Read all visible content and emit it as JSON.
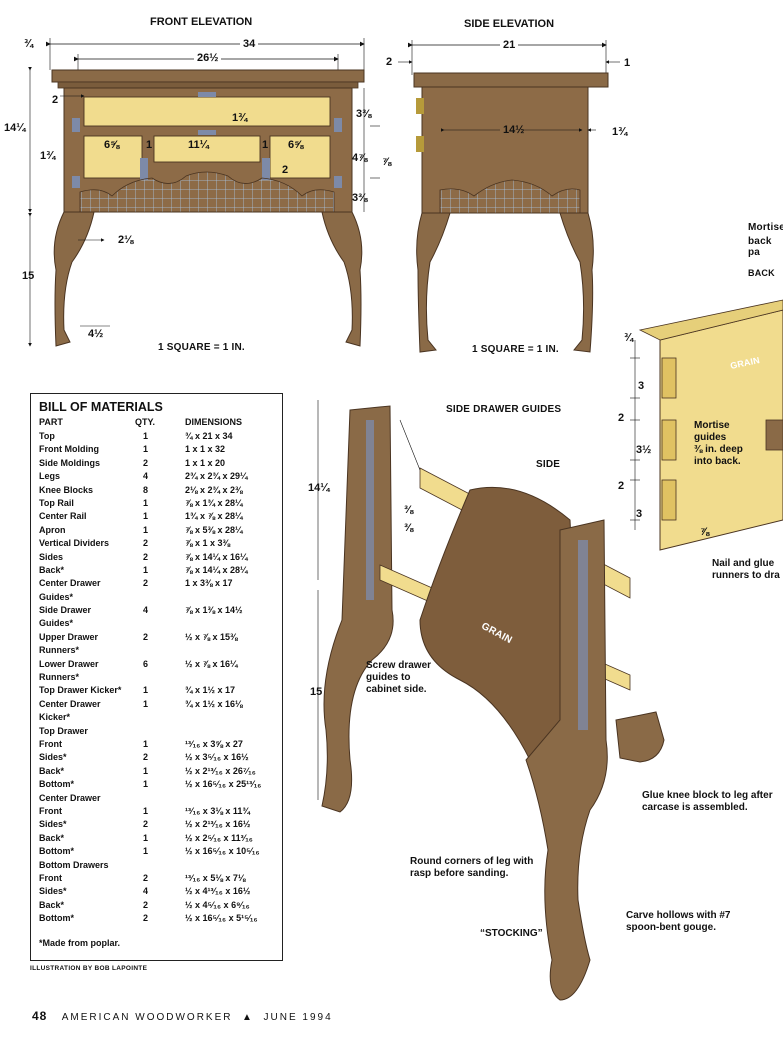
{
  "front": {
    "title": "FRONT ELEVATION",
    "scale": "1 SQUARE = 1 IN.",
    "dims": {
      "overall_width": "34",
      "inner_width": "26½",
      "top_overhang": "¾",
      "height_case": "14¼",
      "top_rail": "2",
      "upper_drawer": "1¾",
      "side_drawer_w_left": "6⅝",
      "center_w": "11¼",
      "side_drawer_w_right": "6⅝",
      "divider_left": "1",
      "divider_right": "1",
      "lower_rail": "1¾",
      "upper_h": "3⅜",
      "lower_h": "4⅞",
      "rail_gap": "⅞",
      "apron": "3⅜",
      "center_apron": "2",
      "knee": "2⅛",
      "leg_height": "15",
      "foot": "4½"
    }
  },
  "side": {
    "title": "SIDE ELEVATION",
    "scale": "1 SQUARE = 1 IN.",
    "dims": {
      "overall_depth": "21",
      "overhang_left": "2",
      "overhang_right": "1",
      "panel": "14½",
      "top_molding": "1¾"
    }
  },
  "back_detail": {
    "mortise_top": "Mortise",
    "mortise_sub": "back pa",
    "back_label": "BACK",
    "grain": "GRAIN",
    "dims": [
      "¾",
      "3",
      "2",
      "3½",
      "2",
      "3"
    ],
    "gap": "⅞",
    "mortise_note": [
      "Mortise",
      "guides",
      "⅜ in. deep",
      "into back."
    ]
  },
  "exploded": {
    "side_drawer_guides": "SIDE DRAWER GUIDES",
    "side": "SIDE",
    "grain": "GRAIN",
    "height_top": "14¼",
    "height_leg": "15",
    "guide_a": "⅜",
    "guide_b": "⅜",
    "screw_note": [
      "Screw drawer",
      "guides to",
      "cabinet side."
    ],
    "nail_note": [
      "Nail and glue",
      "runners to dra"
    ],
    "knee_note": [
      "Glue knee block to leg after",
      "carcase is assembled."
    ],
    "round_note": [
      "Round corners of leg with",
      "rasp before sanding."
    ],
    "carve_note": [
      "Carve hollows with #7",
      "spoon-bent gouge."
    ],
    "stocking": "“STOCKING”"
  },
  "bom": {
    "title": "BILL OF MATERIALS",
    "headers": {
      "part": "PART",
      "qty": "QTY.",
      "dim": "DIMENSIONS"
    },
    "rows": [
      [
        "Top",
        "1",
        "¾ x 21 x 34"
      ],
      [
        "Front Molding",
        "1",
        "1 x 1 x 32"
      ],
      [
        "Side Moldings",
        "2",
        "1 x 1 x 20"
      ],
      [
        "Legs",
        "4",
        "2¾ x 2¾ x 29¼"
      ],
      [
        "Knee Blocks",
        "8",
        "2⅛ x 2¾ x 2⅜"
      ],
      [
        "Top Rail",
        "1",
        "⅞ x 1¾ x 28¼"
      ],
      [
        "Center Rail",
        "1",
        "1¾ x ⅞ x 28¼"
      ],
      [
        "Apron",
        "1",
        "⅞ x 5⅜ x 28¼"
      ],
      [
        "Vertical Dividers",
        "2",
        "⅞ x 1 x 3⅜"
      ],
      [
        "Sides",
        "2",
        "⅞ x 14¼ x 16¼"
      ],
      [
        "Back*",
        "1",
        "⅞ x 14¼ x 28¼"
      ],
      [
        "Center Drawer",
        "2",
        "1 x 3⅜ x 17"
      ],
      [
        "   Guides*",
        "",
        ""
      ],
      [
        "Side Drawer",
        "4",
        "⅞ x 1⅜ x 14½"
      ],
      [
        "   Guides*",
        "",
        ""
      ],
      [
        "Upper Drawer",
        "2",
        "½ x ⅞ x 15⅜"
      ],
      [
        "   Runners*",
        "",
        ""
      ],
      [
        "Lower Drawer",
        "6",
        "½ x ⅞ x 16¼"
      ],
      [
        "   Runners*",
        "",
        ""
      ],
      [
        "Top Drawer Kicker*",
        "1",
        "¾ x 1½ x 17"
      ],
      [
        "Center Drawer",
        "1",
        "¾ x 1½ x 16⅛"
      ],
      [
        "   Kicker*",
        "",
        ""
      ],
      [
        "Top Drawer",
        "",
        ""
      ],
      [
        "   Front",
        "1",
        "¹³⁄₁₆ x 3⅝ x 27"
      ],
      [
        "   Sides*",
        "2",
        "½ x 3⁵⁄₁₆ x 16½"
      ],
      [
        "   Back*",
        "1",
        "½ x 2¹³⁄₁₆ x 26⁷⁄₁₆"
      ],
      [
        "   Bottom*",
        "1",
        "½ x 16⁵⁄₁₆ x 25¹³⁄₁₆"
      ],
      [
        "Center Drawer",
        "",
        ""
      ],
      [
        "   Front",
        "1",
        "¹³⁄₁₆ x 3⅛ x 11¾"
      ],
      [
        "   Sides*",
        "2",
        "½ x 2¹³⁄₁₆ x 16½"
      ],
      [
        "   Back*",
        "1",
        "½ x 2⁵⁄₁₆ x 11³⁄₁₆"
      ],
      [
        "   Bottom*",
        "1",
        "½ x 16⁵⁄₁₆ x 10⁵⁄₁₆"
      ],
      [
        "Bottom Drawers",
        "",
        ""
      ],
      [
        "   Front",
        "2",
        "¹³⁄₁₆ x 5⅛ x 7⅛"
      ],
      [
        "   Sides*",
        "4",
        "½ x 4¹³⁄₁₆ x 16½"
      ],
      [
        "   Back*",
        "2",
        "½ x 4⁵⁄₁₆ x 6⁹⁄₁₆"
      ],
      [
        "   Bottom*",
        "2",
        "½ x 16⁵⁄₁₆ x 5¹⁵⁄₁₆"
      ]
    ],
    "footnote": "*Made from poplar."
  },
  "credit": "ILLUSTRATION BY BOB LAPOINTE",
  "footer": {
    "page": "48",
    "magazine": "AMERICAN WOODWORKER",
    "sep": "▲",
    "date": "JUNE 1994"
  },
  "colors": {
    "wood": "#8a6a47",
    "wood_dark": "#5b4128",
    "poplar": "#f1dc8e",
    "grid": "#a9c7e8",
    "ink": "#1a1a1a",
    "joint": "#7d8aa8"
  }
}
